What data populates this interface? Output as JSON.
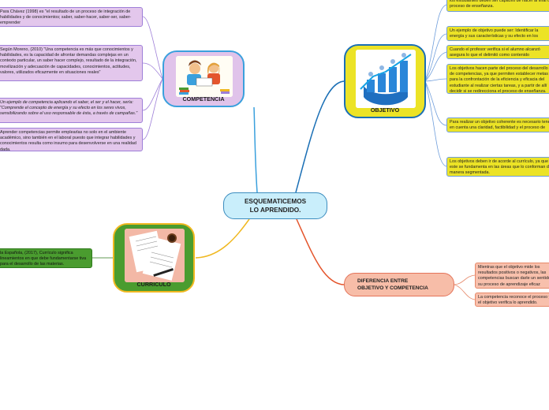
{
  "center": {
    "line1": "ESQUEMATICEMOS",
    "line2": "LO APRENDIDO."
  },
  "competencia": {
    "label": "COMPETENCIA",
    "notes": [
      "Para Chávez (1998) es \"el resultado de un proceso de integración de habilidades y de conocimientos; saber, saber-hacer, saber-ser, saber-emprender",
      "Según Moreno, (2010) \"Una competencia es más que conocimientos y habilidades, es la capacidad de afrontar demandas complejas en un contexto particular, un saber hacer complejo, resultado de la integración, movilización y adecuación de capacidades, conocimientos, actitudes, valores, utilizados eficazmente en situaciones reales\"",
      "Un ejemplo de competencia aplicando el saber, el ser y el hacer, sería: \"Comprende el concepto de energía y su efecto en los seres vivos, sensibilizando sobre el uso responsable de ésta, a través de campañas.\"",
      "Aprender competencias permite emplearlas no solo en el ambiente académico, sino también en el laboral puesto que integrar habilidades y conocimientos resulta como insumo para desenvolverse en una realidad dada."
    ]
  },
  "objetivo": {
    "label": "OBJETIVO",
    "notes": [
      "los estudiantes deben ser capaces de hacer al final del proceso de enseñanza.",
      "Un ejemplo de objetivo puede ser: Identificar la energía y sus características y su efecto en los",
      "Cuando el profesor verifica si el alumno alcanzó asegura lo que el delimitó como contenido",
      "Los objetivos hacen parte del proceso del desarrollo de competencias, ya que permiten establecer metas para la confrontación de la eficiencia y eficacia del estudiante al realizar ciertas tareas, y a partir de allí decidir si se redirecciona el proceso de enseñanza.",
      "Para realizar un objetivo coherente es necesario tener en cuenta una claridad, factibilidad y el proceso de",
      "Los objetivos deben ir de acorde al currículo, ya que este se fundamenta en las áreas que lo conforman de manera segmentada."
    ]
  },
  "curriculo": {
    "label": "CURRICULO",
    "notes": [
      "la Española, (2017), Currículo significa lineamientos en que debe fundamentarse tiva para el desarrollo de las materias."
    ]
  },
  "diferencia": {
    "line1": "DIFERENCIA ENTRE",
    "line2": "OBJETIVO Y COMPETENCIA",
    "notes": [
      "Mientras que el objetivo mide los resultados positivos o negativos, las competencias buscan darle un sentido su proceso de aprendizaje eficaz",
      "La competencia reconoce el proceso y el objetivo verifica lo aprendido."
    ]
  },
  "colors": {
    "competencia": "#e0c3ea",
    "objetivo": "#ece326",
    "curriculo": "#4a9c2f",
    "diferencia": "#f7bda8",
    "center": "#c9eefb"
  }
}
